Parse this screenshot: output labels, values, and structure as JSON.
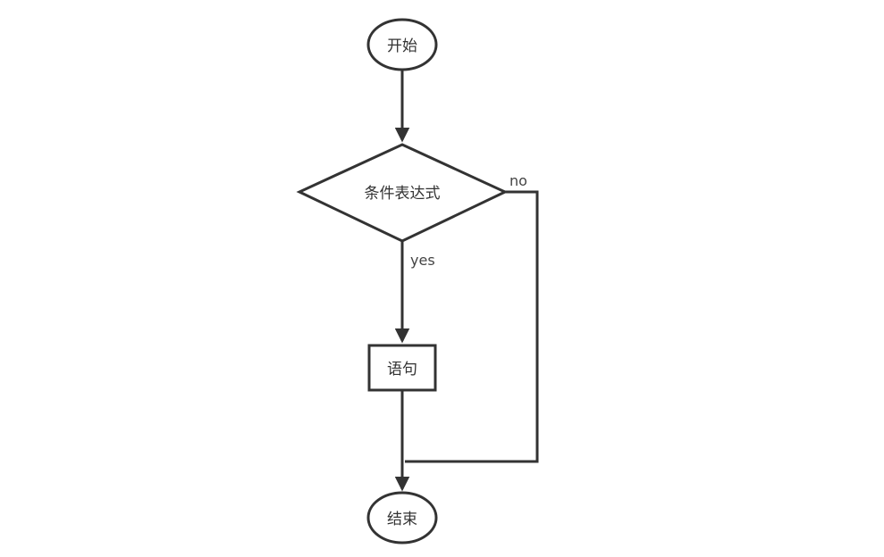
{
  "diagram": {
    "type": "flowchart",
    "background_color": "#ffffff",
    "stroke_color": "#333333",
    "nodes": {
      "start": {
        "shape": "ellipse",
        "label": "开始"
      },
      "condition": {
        "shape": "diamond",
        "label": "条件表达式"
      },
      "statement": {
        "shape": "rectangle",
        "label": "语句"
      },
      "end": {
        "shape": "ellipse",
        "label": "结束"
      }
    },
    "edges": {
      "start_to_condition": {
        "label": ""
      },
      "condition_yes": {
        "label": "yes"
      },
      "condition_no": {
        "label": "no"
      },
      "statement_to_end": {
        "label": ""
      }
    }
  }
}
